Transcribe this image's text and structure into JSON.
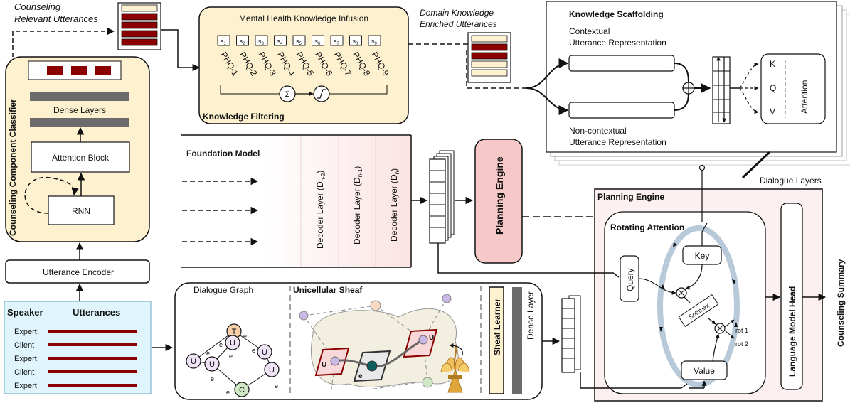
{
  "labels": {
    "counseling_relevant_1": "Counseling",
    "counseling_relevant_2": "Relevant Utterances",
    "domain_knowledge_1": "Domain Knowledge",
    "domain_knowledge_2": "Enriched Utterances",
    "classifier_title": "Counseling Component Classifier",
    "dense_layers": "Dense Layers",
    "attention_block": "Attention Block",
    "rnn": "RNN",
    "utterance_encoder": "Utterance Encoder",
    "speaker_header": "Speaker",
    "utterances_header": "Utterances",
    "mhki_title": "Mental Health Knowledge Infusion",
    "knowledge_filtering": "Knowledge Filtering",
    "sum_symbol": "Σ",
    "knowledge_scaffolding": "Knowledge Scaffolding",
    "contextual_1": "Contextual",
    "contextual_2": "Utterance Representation",
    "noncontextual_1": "Non-contextual",
    "noncontextual_2": "Utterance Representation",
    "attn_k": "K",
    "attn_q": "Q",
    "attn_v": "V",
    "attention": "Attention",
    "dialogue_layers": "Dialogue Layers",
    "foundation_model": "Foundation Model",
    "decoder_n2_pre": "Decoder Layer (D",
    "decoder_n2_sub": "n-2",
    "decoder_n1_pre": "Decoder Layer (D",
    "decoder_n1_sub": "n-1",
    "decoder_n_pre": "Decoder Layer (D",
    "decoder_n_sub": "n",
    "paren_close": ")",
    "planning_engine_block": "Planning Engine",
    "planning_engine_title": "Planning Engine",
    "rotating_attention": "Rotating Attention",
    "key": "Key",
    "query": "Query",
    "value": "Value",
    "softmax": "Softmax",
    "rot1": "rot 1",
    "rot2": "rot 2",
    "lm_head": "Language Model Head",
    "counseling_summary": "Counseling Summary",
    "dialogue_graph": "Dialogue Graph",
    "unicellular_sheaf": "Unicellular Sheaf",
    "sheaf_learner": "Sheaf Learner",
    "dense_layer": "Dense Layer",
    "node_t": "T",
    "node_u": "U",
    "node_c": "C",
    "edge_e": "e",
    "sheaf_u": "U",
    "sheaf_e": "e"
  },
  "speakers": [
    {
      "role": "Expert"
    },
    {
      "role": "Client"
    },
    {
      "role": "Expert"
    },
    {
      "role": "Client"
    },
    {
      "role": "Expert"
    }
  ],
  "phq": [
    {
      "s": "s",
      "sub": "1",
      "label": "PHQ-1"
    },
    {
      "s": "s",
      "sub": "2",
      "label": "PHQ-2"
    },
    {
      "s": "s",
      "sub": "3",
      "label": "PHQ-3"
    },
    {
      "s": "s",
      "sub": "4",
      "label": "PHQ-4"
    },
    {
      "s": "s",
      "sub": "5",
      "label": "PHQ-5"
    },
    {
      "s": "s",
      "sub": "6",
      "label": "PHQ-6"
    },
    {
      "s": "s",
      "sub": "7",
      "label": "PHQ-7"
    },
    {
      "s": "s",
      "sub": "8",
      "label": "PHQ-8"
    },
    {
      "s": "s",
      "sub": "9",
      "label": "PHQ-9"
    }
  ],
  "colors": {
    "dark_red": "#8b0000",
    "classifier_fill": "#fdf1cf",
    "speaker_fill": "#dff4fb",
    "planning_block_fill": "#f6c8c8",
    "planning_engine_fill": "#fdf0f0",
    "ring": "#b8cad9",
    "dense_gray": "#6b6b6b",
    "cream": "#fdf1cf"
  }
}
